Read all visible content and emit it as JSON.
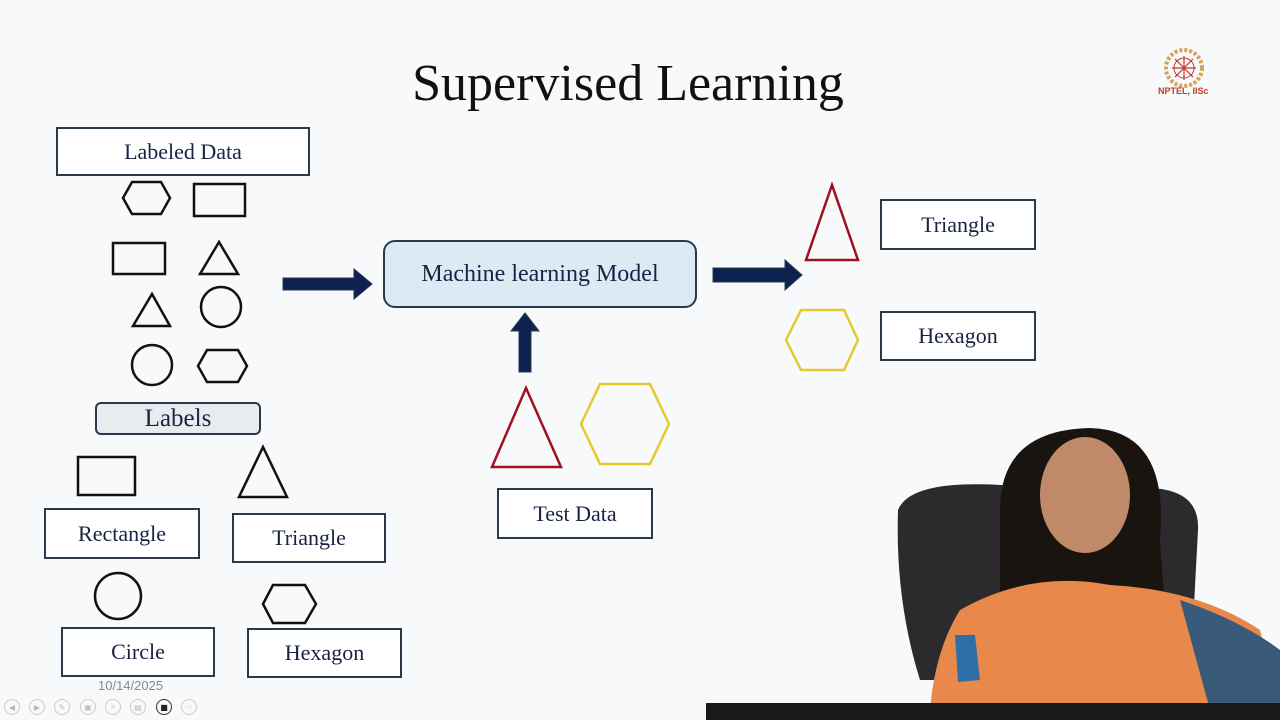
{
  "slide": {
    "title": "Supervised Learning",
    "logo_text": "NPTEL, IISc",
    "date": "10/14/2025"
  },
  "labeled_data": {
    "header": "Labeled Data",
    "shapes": [
      "hexagon",
      "rectangle",
      "rectangle",
      "triangle",
      "triangle",
      "circle",
      "circle",
      "hexagon"
    ]
  },
  "labels": {
    "header": "Labels",
    "items": [
      {
        "shape": "rectangle",
        "label": "Rectangle"
      },
      {
        "shape": "triangle",
        "label": "Triangle"
      },
      {
        "shape": "circle",
        "label": "Circle"
      },
      {
        "shape": "hexagon",
        "label": "Hexagon"
      }
    ]
  },
  "model": {
    "label": "Machine learning Model"
  },
  "test_data": {
    "label": "Test Data",
    "shapes": [
      {
        "shape": "triangle",
        "color": "#a01020"
      },
      {
        "shape": "hexagon",
        "color": "#e6c830"
      }
    ]
  },
  "predictions": [
    {
      "shape": "triangle",
      "color": "#a01020",
      "label": "Triangle"
    },
    {
      "shape": "hexagon",
      "color": "#e6c830",
      "label": "Hexagon"
    }
  ],
  "colors": {
    "arrow": "#0d2150",
    "box_border": "#2a3a4a",
    "text": "#1a2244"
  },
  "controls": [
    "previous",
    "next",
    "pen",
    "slides",
    "zoom",
    "subtitles",
    "camera",
    "more"
  ]
}
